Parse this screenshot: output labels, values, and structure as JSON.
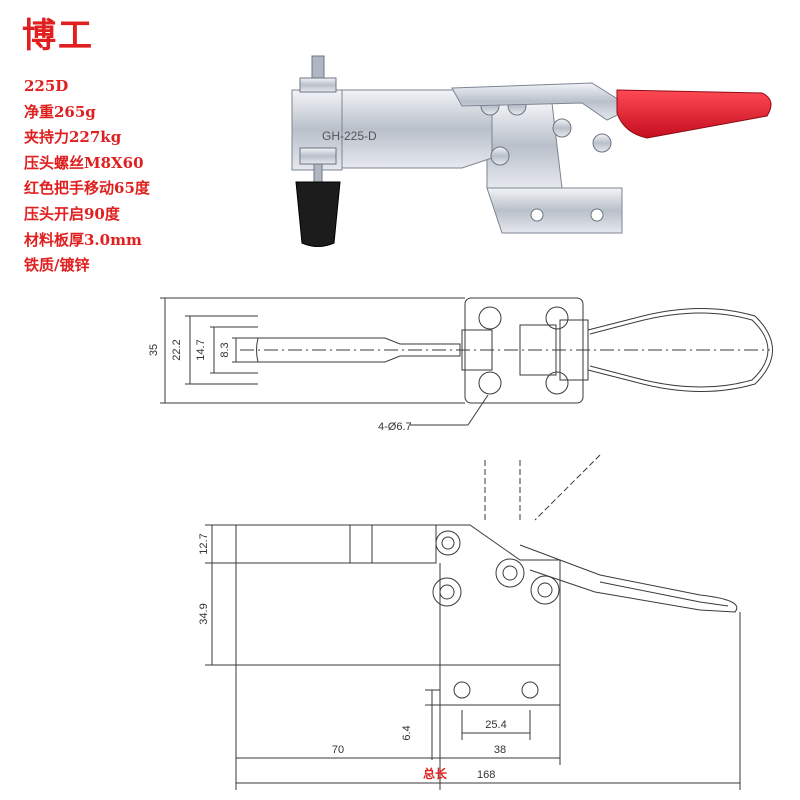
{
  "brand": {
    "title": "博工"
  },
  "specs": [
    "225D",
    "净重265g",
    "夹持力227kg",
    "压头螺丝M8X60",
    "红色把手移动65度",
    "压头开启90度",
    "材料板厚3.0mm",
    "铁质/镀锌"
  ],
  "photo": {
    "model_stamp": "GH-225-D"
  },
  "top_view": {
    "dim_35": "35",
    "dim_22_2": "22.2",
    "dim_14_7": "14.7",
    "dim_8_3": "8.3",
    "hole_callout": "4-Ø6.7"
  },
  "side_view": {
    "dim_12_7": "12.7",
    "dim_34_9": "34.9",
    "dim_6_4": "6.4",
    "dim_25_4": "25.4",
    "dim_70": "70",
    "dim_38": "38",
    "total_label": "总长",
    "total_value": "168"
  },
  "colors": {
    "brand_red": "#e02020",
    "handle_red": "#d8152a",
    "metal": "#c9ced6",
    "line": "#3a3a3a"
  }
}
